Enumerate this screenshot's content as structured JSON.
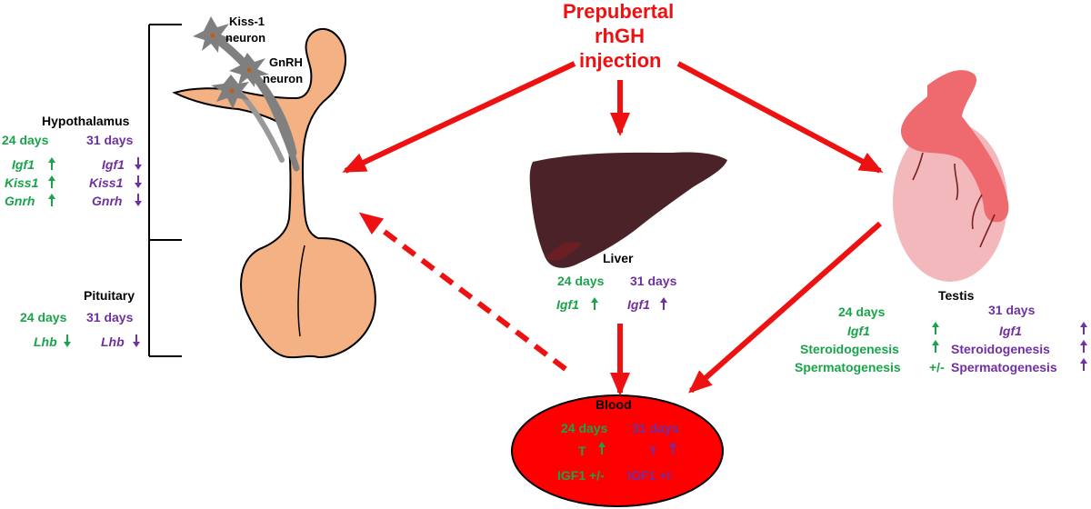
{
  "title": {
    "line1": "Prepubertal",
    "line2": "rhGH",
    "line3": "injection"
  },
  "neurons": {
    "kiss1_line1": "Kiss-1",
    "kiss1_line2": "neuron",
    "gnrh_line1": "GnRH",
    "gnrh_line2": "neuron"
  },
  "hypothalamus": {
    "label": "Hypothalamus",
    "col24": "24 days",
    "col31": "31 days",
    "genes": [
      {
        "name": "Igf1",
        "d24": "up",
        "d31": "down"
      },
      {
        "name": "Kiss1",
        "d24": "up",
        "d31": "down"
      },
      {
        "name": "Gnrh",
        "d24": "up",
        "d31": "down"
      }
    ]
  },
  "pituitary": {
    "label": "Pituitary",
    "col24": "24 days",
    "col31": "31 days",
    "genes": [
      {
        "name": "Lhb",
        "d24": "down",
        "d31": "down"
      }
    ]
  },
  "liver": {
    "label": "Liver",
    "col24": "24 days",
    "col31": "31 days",
    "genes": [
      {
        "name": "Igf1",
        "d24": "up",
        "d31": "up"
      }
    ]
  },
  "blood": {
    "label": "Blood",
    "col24": "24 days",
    "col31": "31 days",
    "t_label": "T",
    "igf_24": "IGF1 +/-",
    "igf_31": "IGF1 +/-"
  },
  "testis": {
    "label": "Testis",
    "col24": "24 days",
    "col31": "31 days",
    "rows": [
      {
        "name": "Igf1",
        "italic": true,
        "d24": "up",
        "d31": "up"
      },
      {
        "name": "Steroidogenesis",
        "italic": false,
        "d24": "up",
        "d31": "up"
      },
      {
        "name": "Spermatogenesis",
        "italic": false,
        "d24": "+/-",
        "d31": "up"
      }
    ]
  },
  "colors": {
    "green": "#1aa34a",
    "purple": "#7030a0",
    "red_arrow": "#ee1111",
    "brain_fill": "#f4b183",
    "neuron_gray": "#808080",
    "liver_fill": "#4a2228",
    "testis_fill": "#f2b8bc",
    "epididymis_fill": "#ee6a6e",
    "blood_fill": "#ff0000"
  }
}
